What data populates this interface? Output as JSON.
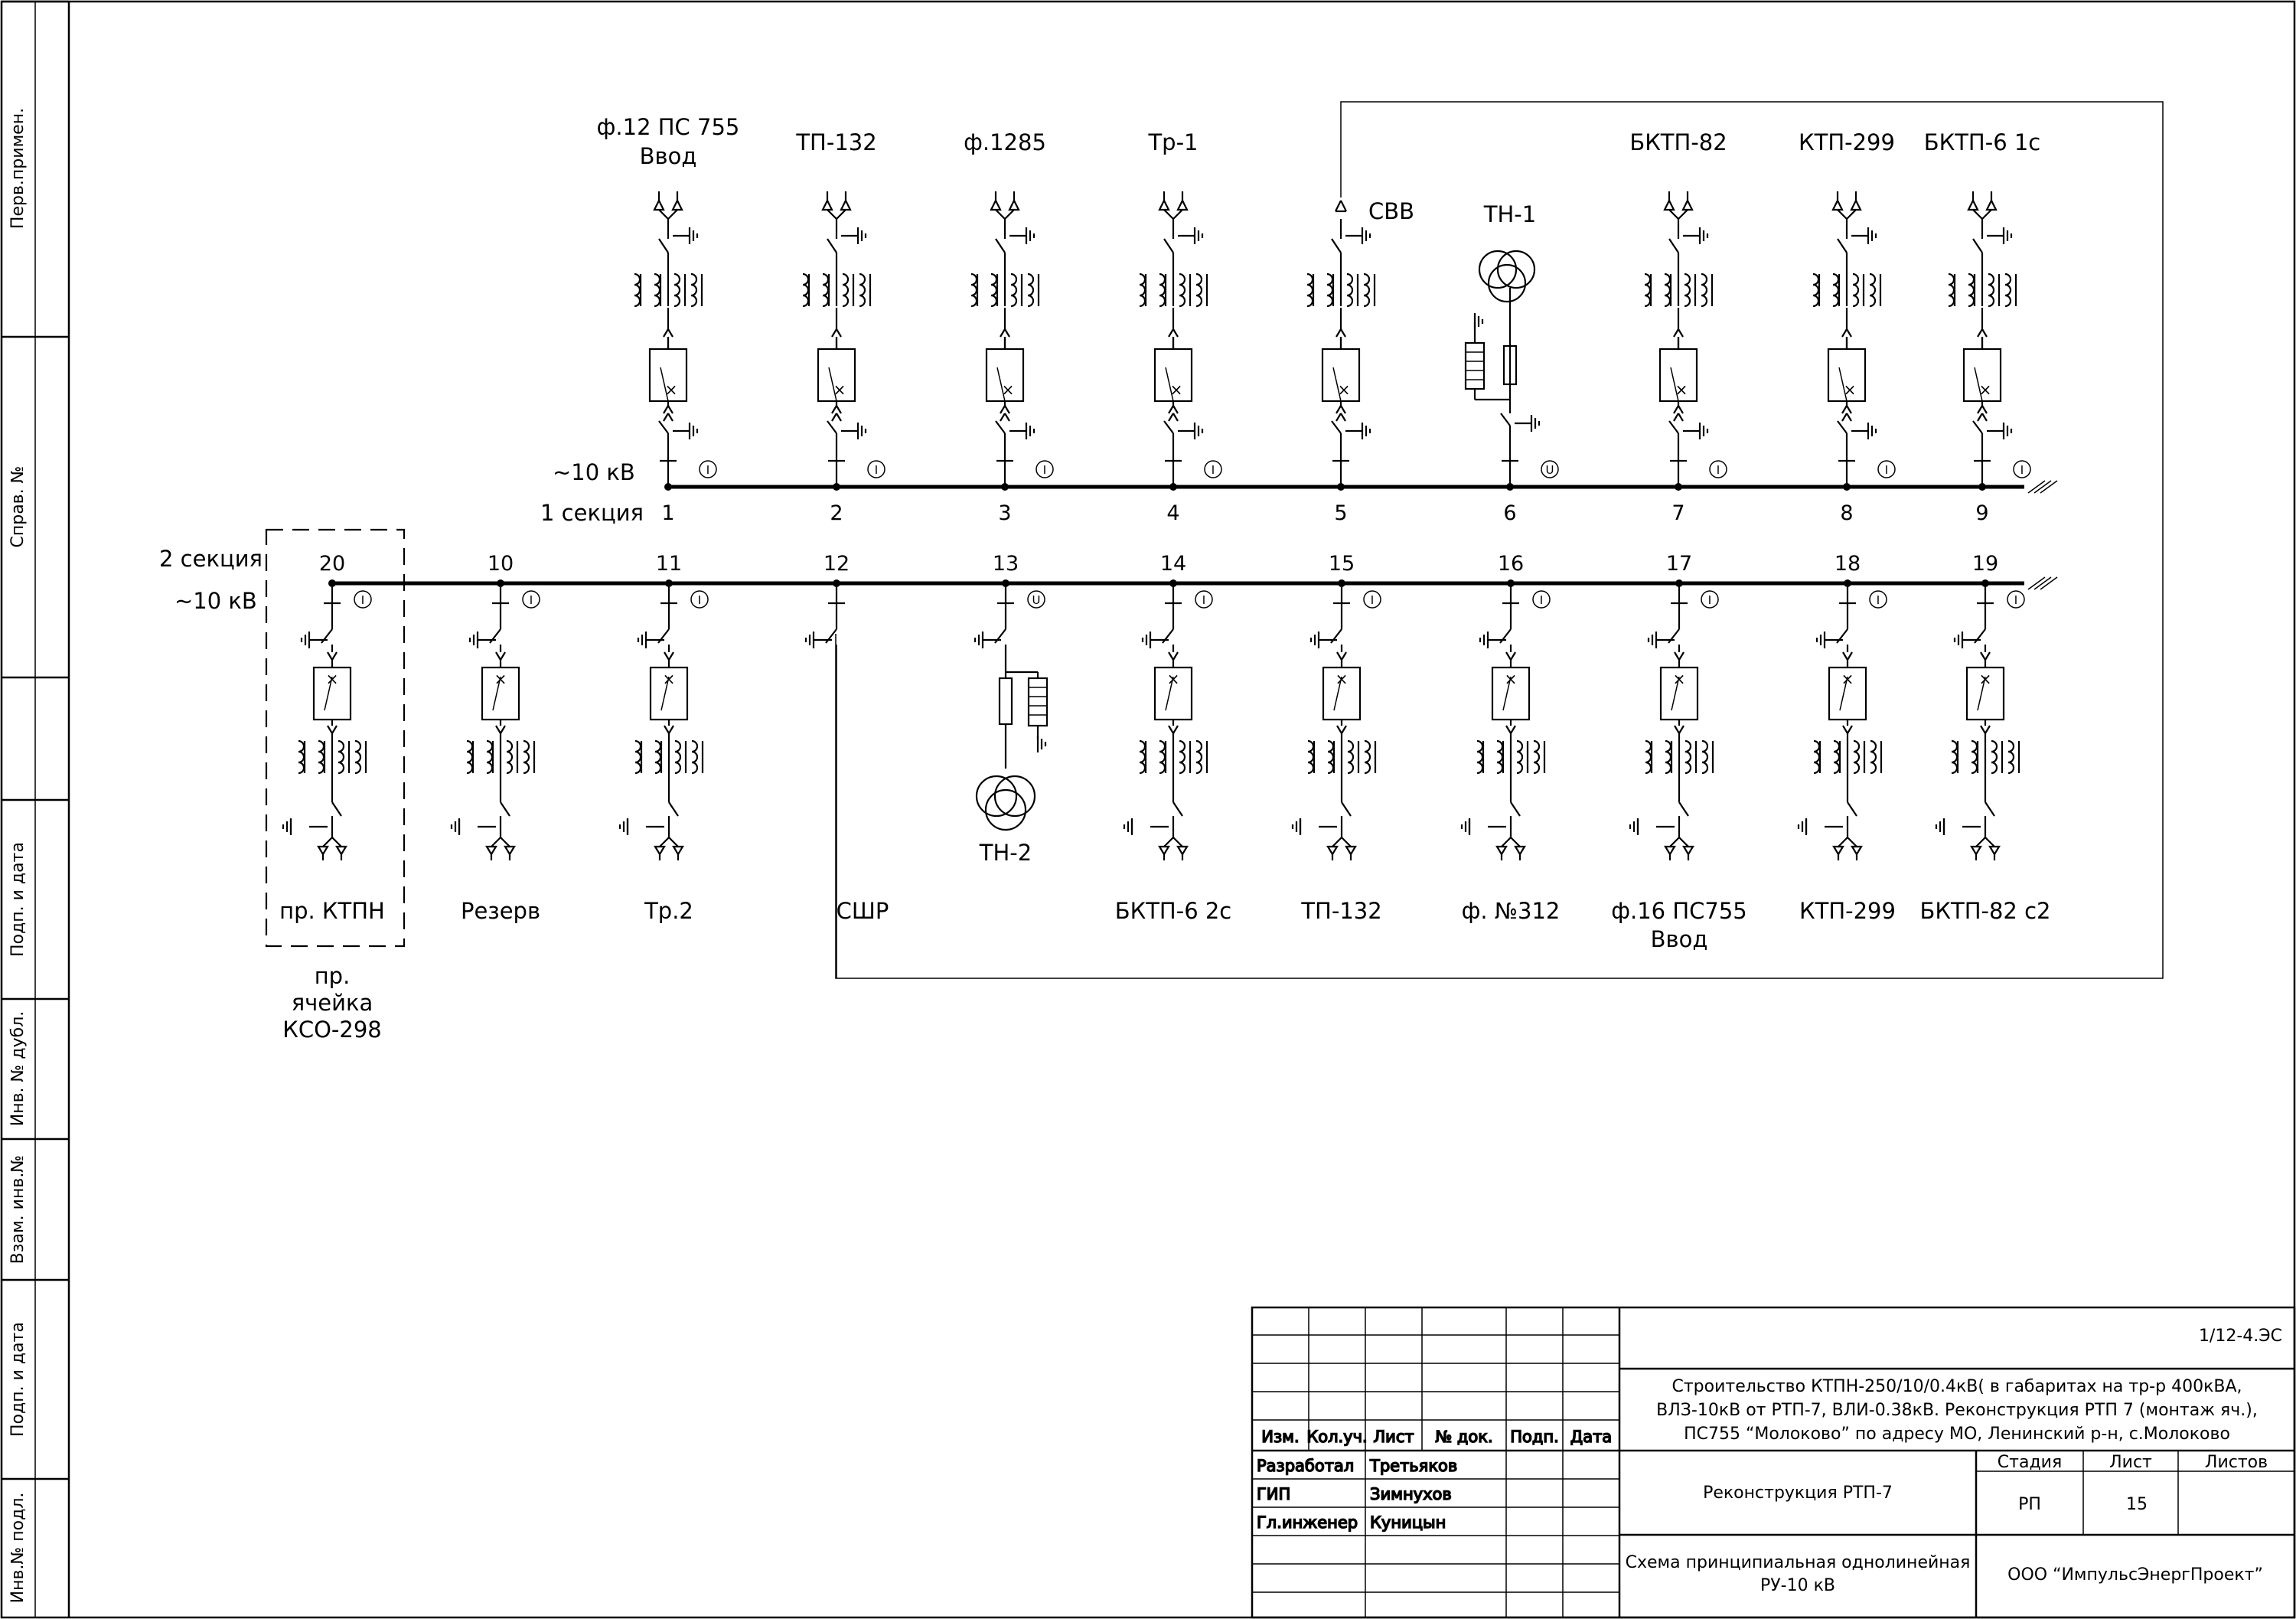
{
  "side_stamps": [
    "Перв.примен.",
    "Справ. №",
    "Подп. и дата",
    "Инв. № дубл.",
    "Взам. инв.№",
    "Подп. и дата",
    "Инв.№ подл."
  ],
  "section1": {
    "voltage": "~10 кВ",
    "name": "1 секция",
    "cells": [
      {
        "num": "1",
        "label": [
          "ф.12 ПС 755",
          "Ввод"
        ],
        "type": "feeder",
        "meter": "I"
      },
      {
        "num": "2",
        "label": [
          "ТП-132"
        ],
        "type": "feeder",
        "meter": "I"
      },
      {
        "num": "3",
        "label": [
          "ф.1285"
        ],
        "type": "feeder",
        "meter": "I"
      },
      {
        "num": "4",
        "label": [
          "Тр-1"
        ],
        "type": "feeder",
        "meter": "I"
      },
      {
        "num": "5",
        "label": [
          "СВВ"
        ],
        "type": "tie",
        "meter": ""
      },
      {
        "num": "6",
        "label": [
          "ТН-1"
        ],
        "type": "vt",
        "meter": "U"
      },
      {
        "num": "7",
        "label": [
          "БКТП-82"
        ],
        "type": "feeder",
        "meter": "I"
      },
      {
        "num": "8",
        "label": [
          "КТП-299"
        ],
        "type": "feeder",
        "meter": "I"
      },
      {
        "num": "9",
        "label": [
          "БКТП-6 1с"
        ],
        "type": "feeder",
        "meter": "I"
      }
    ]
  },
  "section2": {
    "voltage": "~10 кВ",
    "name": "2 секция",
    "cells": [
      {
        "num": "20",
        "label": [
          "пр. КТПН"
        ],
        "type": "feeder",
        "meter": "I"
      },
      {
        "num": "10",
        "label": [
          "Резерв"
        ],
        "type": "feeder",
        "meter": "I"
      },
      {
        "num": "11",
        "label": [
          "Тр.2"
        ],
        "type": "feeder",
        "meter": "I"
      },
      {
        "num": "12",
        "label": [
          "СШР"
        ],
        "type": "riser",
        "meter": ""
      },
      {
        "num": "13",
        "label": [
          "ТН-2"
        ],
        "type": "vt",
        "meter": "U"
      },
      {
        "num": "14",
        "label": [
          "БКТП-6 2с"
        ],
        "type": "feeder",
        "meter": "I"
      },
      {
        "num": "15",
        "label": [
          "ТП-132"
        ],
        "type": "feeder",
        "meter": "I"
      },
      {
        "num": "16",
        "label": [
          "ф. №312"
        ],
        "type": "feeder",
        "meter": "I"
      },
      {
        "num": "17",
        "label": [
          "ф.16 ПС755",
          "Ввод"
        ],
        "type": "feeder",
        "meter": "I"
      },
      {
        "num": "18",
        "label": [
          "КТП-299"
        ],
        "type": "feeder",
        "meter": "I"
      },
      {
        "num": "19",
        "label": [
          "БКТП-82 с2"
        ],
        "type": "feeder",
        "meter": "I"
      }
    ]
  },
  "new_cell_note": [
    "пр.",
    "ячейка",
    "КСО-298"
  ],
  "title_block": {
    "code": "1/12-4.ЭС",
    "project": [
      "Строительство КТПН-250/10/0.4кВ( в габаритах на тр-р 400кВА,",
      "ВЛЗ-10кВ от РТП-7, ВЛИ-0.38кВ. Реконструкция РТП 7 (монтаж яч.),",
      "ПС755 “Молоково” по адресу МО, Ленинский р-н, с.Молоково"
    ],
    "headers": [
      "Изм.",
      "Кол.уч.",
      "Лист",
      "№ док.",
      "Подп.",
      "Дата"
    ],
    "roles": [
      {
        "role": "Разработал",
        "name": "Третьяков"
      },
      {
        "role": "ГИП",
        "name": "Зимнухов"
      },
      {
        "role": "Гл.инженер",
        "name": "Куницын"
      }
    ],
    "object": "Реконструкция РТП-7",
    "drawing": [
      "Схема принципиальная однолинейная",
      "РУ-10 кВ"
    ],
    "stage_header": "Стадия",
    "sheet_header": "Лист",
    "sheets_header": "Листов",
    "stage": "РП",
    "sheet": "15",
    "sheets": "",
    "company": "ООО “ИмпульсЭнергПроект”"
  }
}
